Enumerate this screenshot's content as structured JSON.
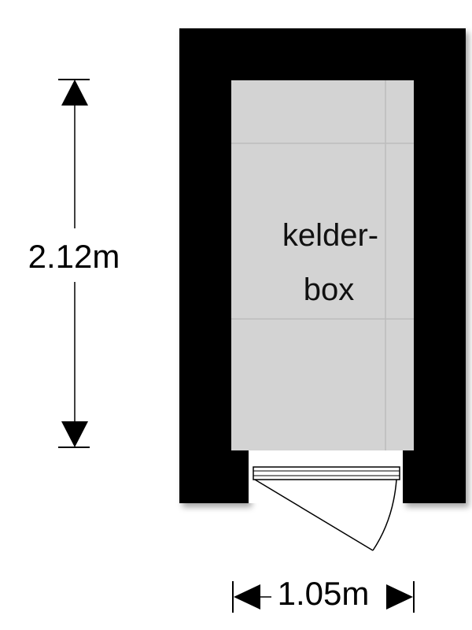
{
  "room": {
    "label_line1": "kelder-",
    "label_line2": "box"
  },
  "dimensions": {
    "height_label": "2.12m",
    "width_label": "1.05m"
  },
  "colors": {
    "wall": "#000000",
    "floor": "#d3d3d3",
    "tile_lines": "#bdbdbd",
    "door_line": "#000000",
    "background": "#ffffff"
  }
}
